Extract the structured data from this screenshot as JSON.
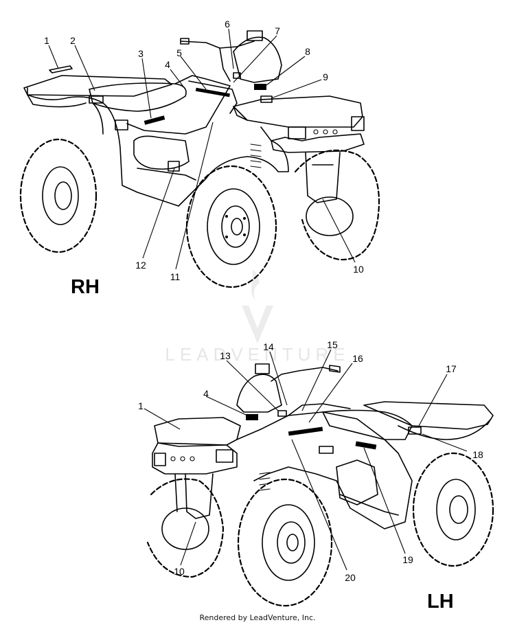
{
  "views": [
    {
      "id": "rh",
      "label": "RH",
      "callouts": [
        "1",
        "2",
        "3",
        "4",
        "5",
        "6",
        "7",
        "8",
        "9",
        "10",
        "11",
        "12"
      ]
    },
    {
      "id": "lh",
      "label": "LH",
      "callouts": [
        "1",
        "4",
        "10",
        "13",
        "14",
        "15",
        "16",
        "17",
        "18",
        "19",
        "20"
      ]
    }
  ],
  "watermark": {
    "text": "LEADVENTURE",
    "icon": "leadventure-logo-icon"
  },
  "footer": {
    "text": "Rendered by LeadVenture, Inc."
  }
}
